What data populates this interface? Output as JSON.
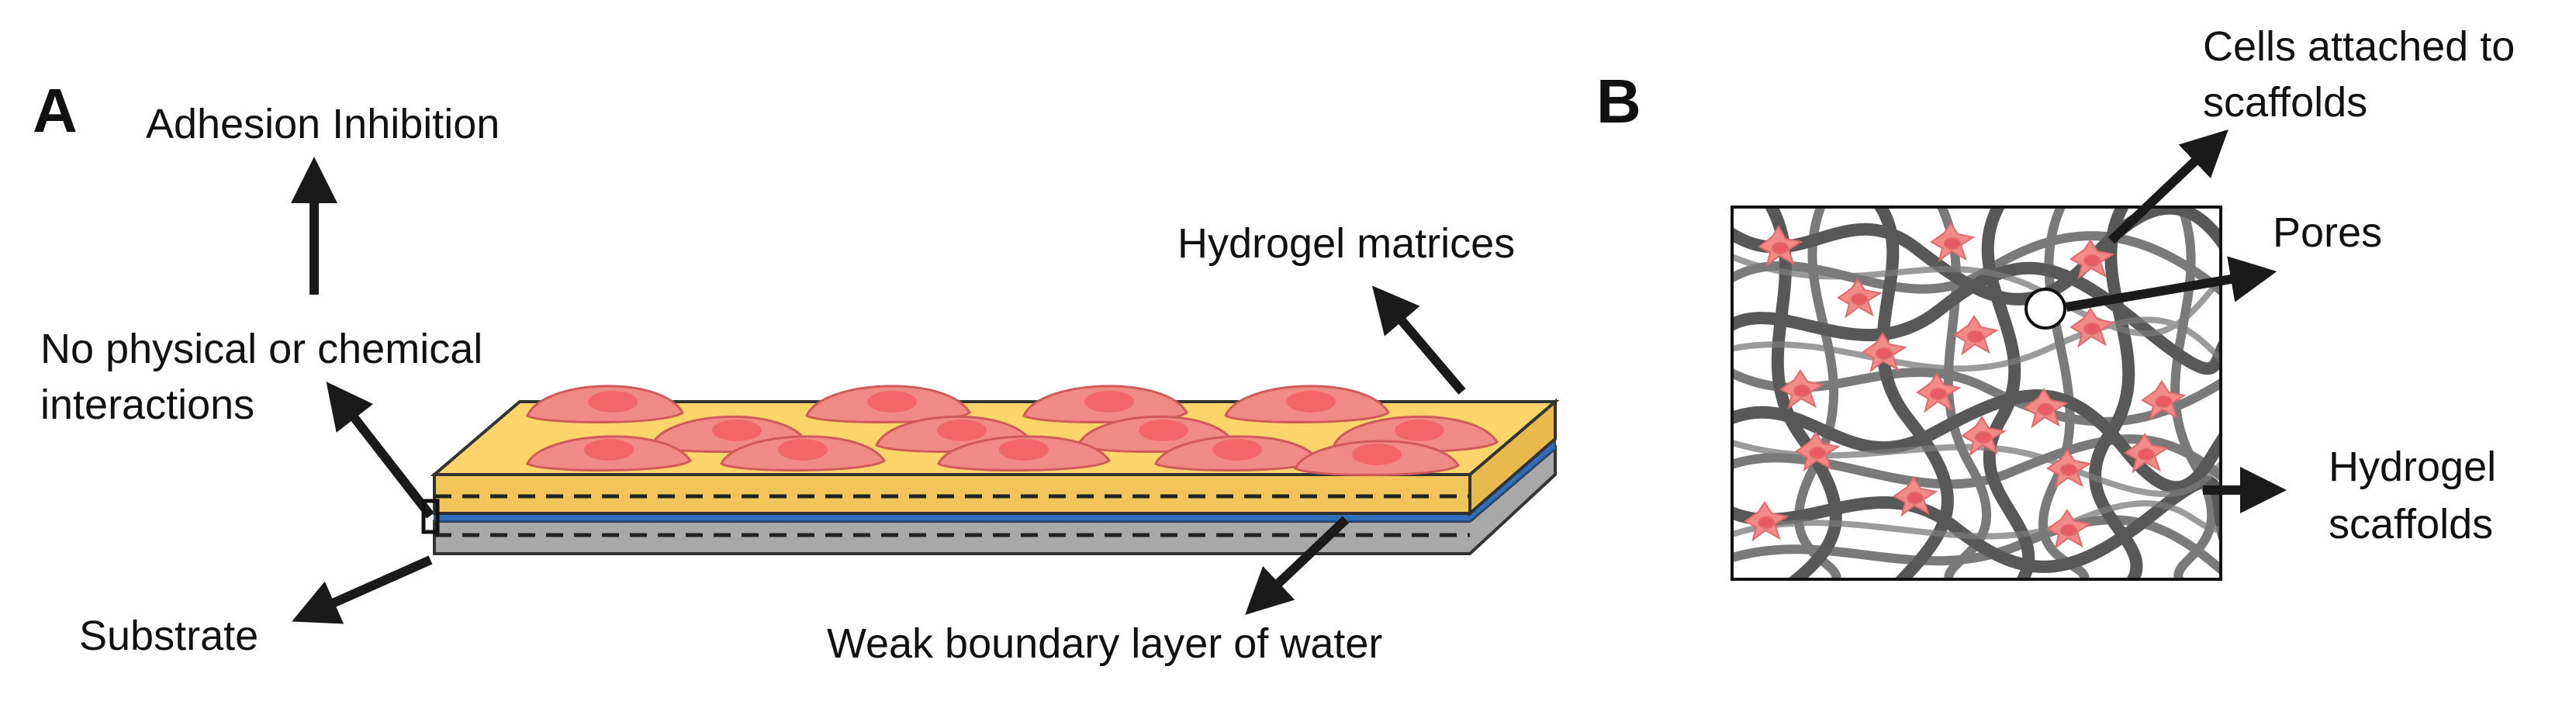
{
  "panel_a": {
    "letter": "A",
    "labels": {
      "adhesion_inhibition": "Adhesion Inhibition",
      "no_interactions_line1": "No physical or chemical",
      "no_interactions_line2": "interactions",
      "hydrogel_matrices": "Hydrogel matrices",
      "substrate": "Substrate",
      "weak_boundary": "Weak boundary layer of water"
    }
  },
  "panel_b": {
    "letter": "B",
    "labels": {
      "cells_attached_line1": "Cells attached to",
      "cells_attached_line2": "scaffolds",
      "pores": "Pores",
      "hydrogel_scaffolds_line1": "Hydrogel",
      "hydrogel_scaffolds_line2": "scaffolds"
    }
  },
  "colors": {
    "hydrogel_top": "#fbd46a",
    "hydrogel_front": "#f2c55a",
    "substrate": "#a8a8a8",
    "water_layer": "#2f6fb7",
    "cell_body": "#f08a86",
    "cell_nucleus": "#f2666a",
    "fiber": "#555555",
    "arrow": "#1a1a1a"
  }
}
